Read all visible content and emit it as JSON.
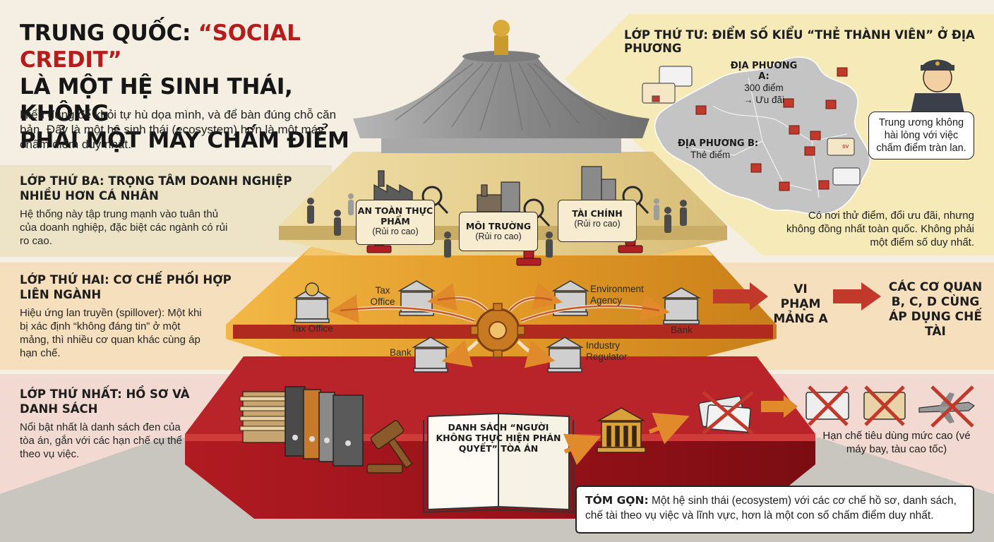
{
  "title": {
    "prefix": "TRUNG QUỐC: ",
    "highlight": "“SOCIAL CREDIT”",
    "line2": "LÀ MỘT HỆ SINH THÁI, KHÔNG",
    "line3": "PHẢI MỘT MÁY CHẤM ĐIỂM"
  },
  "intro": "Hiểu đúng để khỏi tự hù dọa mình, và để bàn đúng chỗ căn bản. Đây là một hệ sinh thái (ecosystem) hơn là một máy chấm điểm duy nhất.",
  "layer3": {
    "heading": "LỚP THỨ BA: TRỌNG TÂM DOANH NGHIỆP NHIỀU HƠN CÁ NHÂN",
    "body": "Hệ thống này tập trung mạnh vào tuân thủ của doanh nghiệp, đặc biệt các ngành có rủi ro cao.",
    "sectors": [
      {
        "name": "AN TOÀN THỰC PHẨM",
        "risk": "(Rủi ro cao)"
      },
      {
        "name": "MÔI TRƯỜNG",
        "risk": "(Rủi ro cao)"
      },
      {
        "name": "TÀI CHÍNH",
        "risk": "(Rủi ro cao)"
      }
    ]
  },
  "layer2": {
    "heading": "LỚP THỨ HAI: CƠ CHẾ PHỐI HỢP LIÊN NGÀNH",
    "body": "Hiệu ứng lan truyền (spillover): Một khi bị xác định “không đáng tin” ở một mảng, thì nhiều cơ quan khác cùng áp hạn chế.",
    "agencies": {
      "tax_office_left": "Tax Office",
      "tax_office_top": "Tax Office",
      "environment": "Environment Agency",
      "bank_right": "Bank",
      "bank_left": "Bank",
      "industry": "Industry Regulator"
    },
    "flow": {
      "violation": "VI PHẠM MẢNG A",
      "result": "CÁC CƠ QUAN B, C, D CÙNG ÁP DỤNG CHẾ TÀI"
    }
  },
  "layer1": {
    "heading": "LỚP THỨ NHẤT: HỒ SƠ VÀ DANH SÁCH",
    "body": "Nổi bật nhất là danh sách đen của tòa án, gắn với các hạn chế cụ thể theo vụ việc.",
    "book": "DANH SÁCH “NGƯỜI KHÔNG THỰC HIỆN PHÁN QUYẾT” TÒA ÁN",
    "restriction": "Hạn chế tiêu dùng mức cao (vé máy bay, tàu cao tốc)"
  },
  "layer4": {
    "heading": "LỚP THỨ TƯ: ĐIỂM SỐ KIỂU “THẺ THÀNH VIÊN” Ở ĐỊA PHƯƠNG",
    "region_a_title": "ĐỊA PHƯƠNG A:",
    "region_a_points": "300 điểm",
    "region_a_benefit": "→ Ưu đãi",
    "region_b_title": "ĐỊA PHƯƠNG B:",
    "region_b_card": "Thẻ điểm",
    "official_quote": "Trung ương không hài lòng với việc chấm điểm tràn lan.",
    "note": "Có nơi thử điểm, đổi ưu đãi, nhưng không đồng nhất toàn quốc. Không phải một điểm số duy nhất.",
    "card_label": "SV"
  },
  "summary": {
    "label": "TÓM GỌN:",
    "text": " Một hệ sinh thái (ecosystem) với các cơ chế hồ sơ, danh sách, chế tài theo vụ việc và lĩnh vực, hơn là một con số chấm điểm duy nhất."
  },
  "colors": {
    "red": "#a3141c",
    "gold": "#e3a32e",
    "cream": "#e8d6a2",
    "roof": "#8e8e8e",
    "accent_red": "#b71c1c"
  }
}
